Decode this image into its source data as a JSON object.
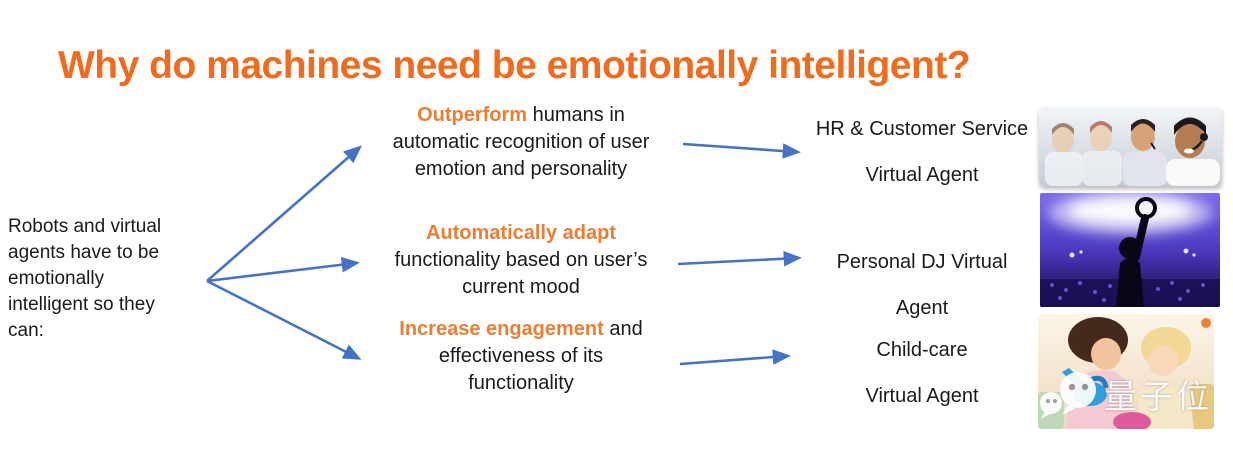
{
  "slide": {
    "title": "Why do machines need be emotionally intelligent?",
    "intro_lines": [
      "Robots and virtual",
      "agents have to be",
      "emotionally",
      "intelligent so they",
      "can:"
    ],
    "capabilities": [
      {
        "lines": [
          {
            "highlight": "Outperform",
            "text": " humans in"
          },
          {
            "highlight": "",
            "text": "automatic recognition of user"
          },
          {
            "highlight": "",
            "text": "emotion and personality"
          }
        ]
      },
      {
        "lines": [
          {
            "highlight": "Automatically adapt",
            "text": ""
          },
          {
            "highlight": "",
            "text": "functionality based on user’s"
          },
          {
            "highlight": "",
            "text": "current mood"
          }
        ]
      },
      {
        "lines": [
          {
            "highlight": "Increase engagement",
            "text": " and"
          },
          {
            "highlight": "",
            "text": "effectiveness of its"
          },
          {
            "highlight": "",
            "text": "functionality"
          }
        ]
      }
    ],
    "applications": [
      {
        "line1": "HR & Customer Service",
        "line2": "Virtual Agent"
      },
      {
        "line1": "Personal DJ Virtual",
        "line2": "Agent"
      },
      {
        "line1": "Child-care",
        "line2": "Virtual Agent"
      }
    ],
    "images": [
      {
        "name": "customer-service-team-photo"
      },
      {
        "name": "dj-concert-photo"
      },
      {
        "name": "child-care-photo"
      }
    ],
    "watermark": {
      "text": "量子位",
      "icon": "wechat-bubbles-icon"
    },
    "colors": {
      "title_orange": "#F26B1C",
      "highlight_orange": "#ED7D31",
      "arrow_blue": "#4472C4",
      "body_text": "#1A1A1A"
    }
  }
}
